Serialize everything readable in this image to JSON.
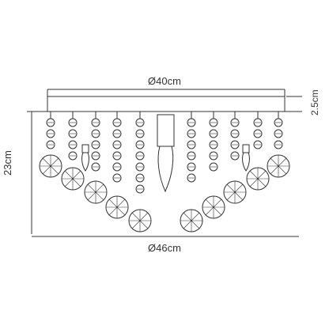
{
  "dimensions": {
    "top_width": "Ø40cm",
    "bottom_width": "Ø46cm",
    "height": "23cm",
    "canopy_height": "2.5cm"
  },
  "colors": {
    "line": "#333333",
    "crystal_stroke": "#333333",
    "background": "#ffffff"
  }
}
